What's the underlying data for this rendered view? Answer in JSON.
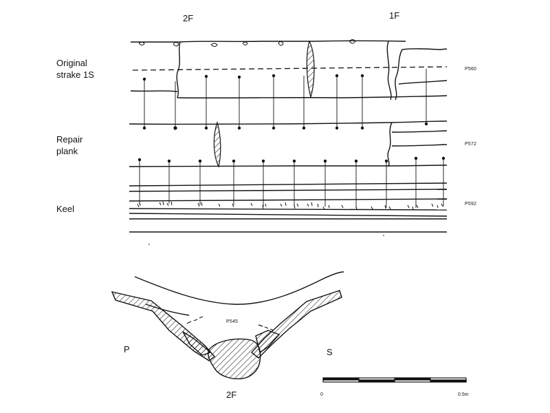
{
  "frames": {
    "top_left": "2F",
    "top_right": "1F",
    "section": "2F"
  },
  "rows": {
    "strake": "Original\nstrake 1S",
    "repair": "Repair\nplank",
    "keel": "Keel"
  },
  "part_tags": {
    "strake": "P560",
    "repair": "P572",
    "keel": "P592",
    "section": "P545"
  },
  "section_sides": {
    "port": "P",
    "starboard": "S"
  },
  "scale": {
    "start": "0",
    "end": "0.5m"
  }
}
